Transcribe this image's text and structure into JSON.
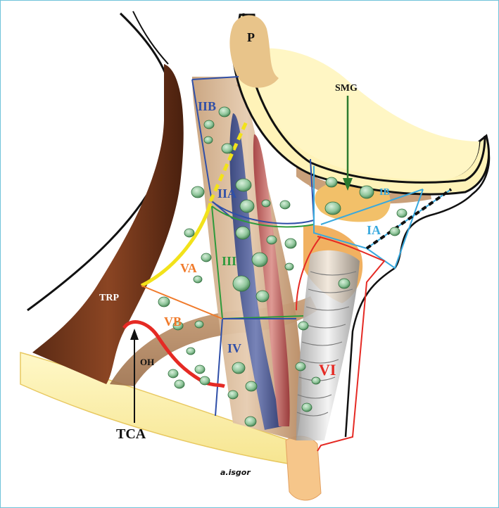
{
  "labels": {
    "parotid": "P",
    "submandibular": "SMG",
    "level_IB": "IB",
    "level_IA": "IA",
    "level_IIB": "IIB",
    "level_IIA": "IIA",
    "level_III": "III",
    "level_IV": "IV",
    "level_VA": "VA",
    "level_VB": "VB",
    "level_VI": "VI",
    "trapezius": "TRP",
    "omohyoid": "OH",
    "transverse_cervical_artery": "TCA",
    "signature": "a.isgor"
  },
  "colors": {
    "level_II_border": "#2f4fa8",
    "level_III_border": "#2e9a3c",
    "level_V_border": "#f07a2a",
    "level_I_border": "#39a9de",
    "level_VI_border": "#e52a24",
    "accessory_nerve_line": "#f2e21a",
    "smg_arrow": "#2b7a2f",
    "trapezius_muscle": "#7a3b1f",
    "bone_yellow": "#fff3a8",
    "lymph_node": "#8fc59a"
  }
}
